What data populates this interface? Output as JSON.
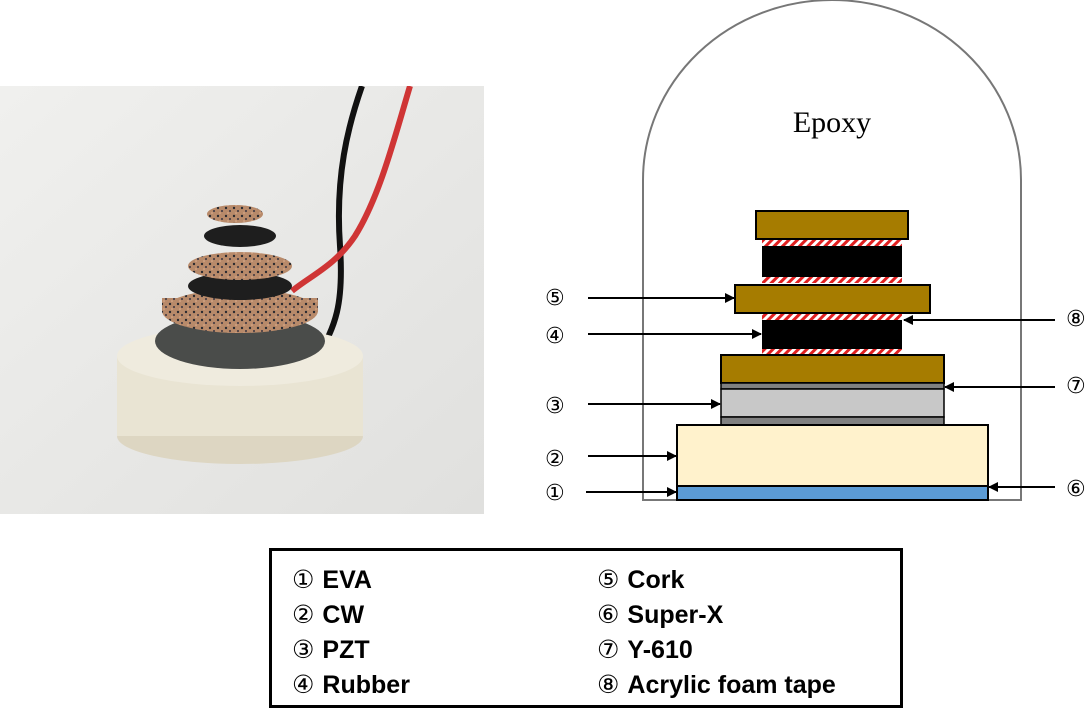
{
  "figure": {
    "photo": {
      "description": "Photograph of assembled transducer: white ceramic disk base, black sealant, stacked cork and rubber disks, red and black lead wires",
      "colors": {
        "background": "#e8e8e6",
        "base": "#e9e4d3",
        "cork": "#b88a6a",
        "rubber": "#1e1e1e",
        "wire_red": "#d23a3a",
        "wire_black": "#111111"
      }
    },
    "diagram": {
      "enclosure_label": "Epoxy",
      "layers": [
        {
          "id": 1,
          "name": "EVA",
          "color": "#5b9bd5"
        },
        {
          "id": 2,
          "name": "CW",
          "color": "#fff2cc"
        },
        {
          "id": 3,
          "name": "PZT",
          "color": "#c8c8c8"
        },
        {
          "id": 4,
          "name": "Rubber",
          "color": "#000000"
        },
        {
          "id": 5,
          "name": "Cork",
          "color": "#a67c00"
        },
        {
          "id": 6,
          "name": "Super-X",
          "color": "#5b9bd5"
        },
        {
          "id": 7,
          "name": "Y-610",
          "color": "#808080"
        },
        {
          "id": 8,
          "name": "Acrylic foam tape",
          "color": "#e02020"
        }
      ],
      "callouts_left": [
        "⑤",
        "④",
        "③",
        "②",
        "①"
      ],
      "callouts_right": [
        "⑧",
        "⑦",
        "⑥"
      ]
    },
    "legend": {
      "left": [
        {
          "num": "①",
          "label": "EVA"
        },
        {
          "num": "②",
          "label": "CW"
        },
        {
          "num": "③",
          "label": "PZT"
        },
        {
          "num": "④",
          "label": "Rubber"
        }
      ],
      "right": [
        {
          "num": "⑤",
          "label": "Cork"
        },
        {
          "num": "⑥",
          "label": "Super-X"
        },
        {
          "num": "⑦",
          "label": "Y-610"
        },
        {
          "num": "⑧",
          "label": "Acrylic foam tape"
        }
      ]
    }
  }
}
